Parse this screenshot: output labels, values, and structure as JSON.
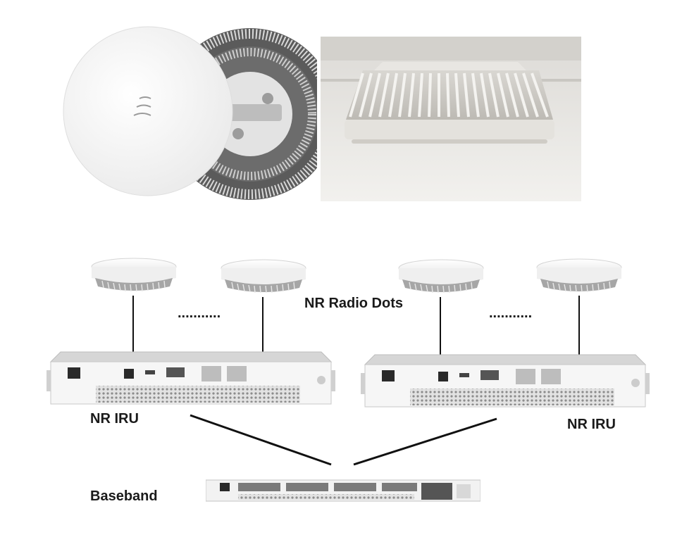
{
  "labels": {
    "radio_dots": "NR Radio Dots",
    "iru_left": "NR IRU",
    "iru_right": "NR IRU",
    "baseband": "Baseband"
  },
  "ellipsis": {
    "left": "...........",
    "right": "..........."
  },
  "colors": {
    "line": "#111111",
    "device_body": "#e6e6e6",
    "device_face": "#f5f5f5",
    "dot_body": "#f2f2f2",
    "fins": "#9a9a9a",
    "photo_bg": "#ececea"
  }
}
